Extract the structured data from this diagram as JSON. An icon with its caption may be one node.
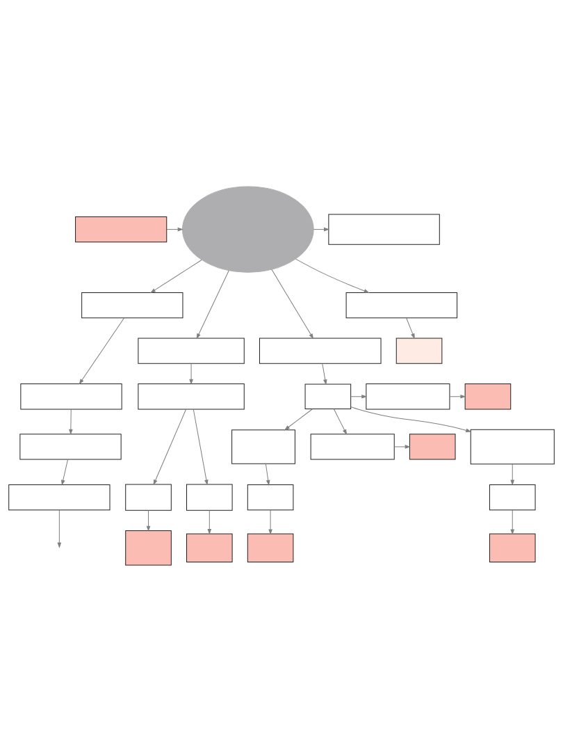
{
  "diagram": {
    "nodes": [
      {
        "text": [],
        "shape": "box"
      },
      {
        "text": [],
        "shape": "ellipse"
      },
      {
        "text": [],
        "shape": "box"
      },
      {
        "text": [],
        "shape": "box"
      },
      {
        "text": [],
        "shape": "box"
      },
      {
        "text": [],
        "shape": "box"
      },
      {
        "text": [],
        "shape": "box"
      },
      {
        "text": [],
        "shape": "box"
      },
      {
        "text": [],
        "shape": "box"
      },
      {
        "text": [],
        "shape": "box"
      },
      {
        "text": [],
        "shape": "box"
      },
      {
        "text": [],
        "shape": "box"
      },
      {
        "text": [],
        "shape": "box"
      },
      {
        "text": [],
        "shape": "box"
      },
      {
        "text": [],
        "shape": "box"
      },
      {
        "text": [],
        "shape": "box"
      },
      {
        "text": [],
        "shape": "box"
      },
      {
        "text": [],
        "shape": "box"
      },
      {
        "text": [],
        "shape": "box"
      },
      {
        "text": [],
        "shape": "box"
      },
      {
        "text": [],
        "shape": "box"
      },
      {
        "text": [],
        "shape": "box"
      },
      {
        "text": [],
        "shape": "box"
      },
      {
        "text": [],
        "shape": "box"
      },
      {
        "text": [],
        "shape": "box"
      },
      {
        "text": [],
        "shape": "box"
      },
      {
        "text": [],
        "shape": "box"
      }
    ],
    "edges": [
      {
        "from": 0,
        "to": 1,
        "arrow": "to"
      },
      {
        "from": 1,
        "to": 2,
        "arrow": "to"
      },
      {
        "from": 1,
        "to": 3,
        "arrow": "to"
      },
      {
        "from": 3,
        "to": 4,
        "arrow": "to"
      },
      {
        "from": 4,
        "to": 5,
        "arrow": "to"
      },
      {
        "from": 5,
        "to": 6,
        "arrow": "to"
      },
      {
        "from": 6,
        "to": null,
        "arrow": "to"
      },
      {
        "from": 1,
        "to": 7,
        "arrow": "to"
      },
      {
        "from": 7,
        "to": 8,
        "arrow": "to"
      },
      {
        "from": 8,
        "to": 9,
        "arrow": "to"
      },
      {
        "from": 8,
        "to": 10,
        "arrow": "to"
      },
      {
        "from": 9,
        "to": 11,
        "arrow": "to"
      },
      {
        "from": 10,
        "to": 12,
        "arrow": "to"
      },
      {
        "from": 1,
        "to": 13,
        "arrow": "to"
      },
      {
        "from": 13,
        "to": 14,
        "arrow": "to"
      },
      {
        "from": 14,
        "to": 15,
        "arrow": "to"
      },
      {
        "from": 15,
        "to": 16,
        "arrow": "to"
      },
      {
        "from": 16,
        "to": 17,
        "arrow": "to"
      },
      {
        "from": 14,
        "to": 18,
        "arrow": "to"
      },
      {
        "from": 18,
        "to": 19,
        "arrow": "to"
      },
      {
        "from": 14,
        "to": 20,
        "arrow": "to"
      },
      {
        "from": 20,
        "to": 21,
        "arrow": "to"
      },
      {
        "from": 14,
        "to": 22,
        "arrow": "to"
      },
      {
        "from": 22,
        "to": 23,
        "arrow": "to"
      },
      {
        "from": 23,
        "to": 24,
        "arrow": "to"
      },
      {
        "from": 1,
        "to": 25,
        "arrow": "to"
      },
      {
        "from": 25,
        "to": 26,
        "arrow": "to"
      }
    ]
  }
}
